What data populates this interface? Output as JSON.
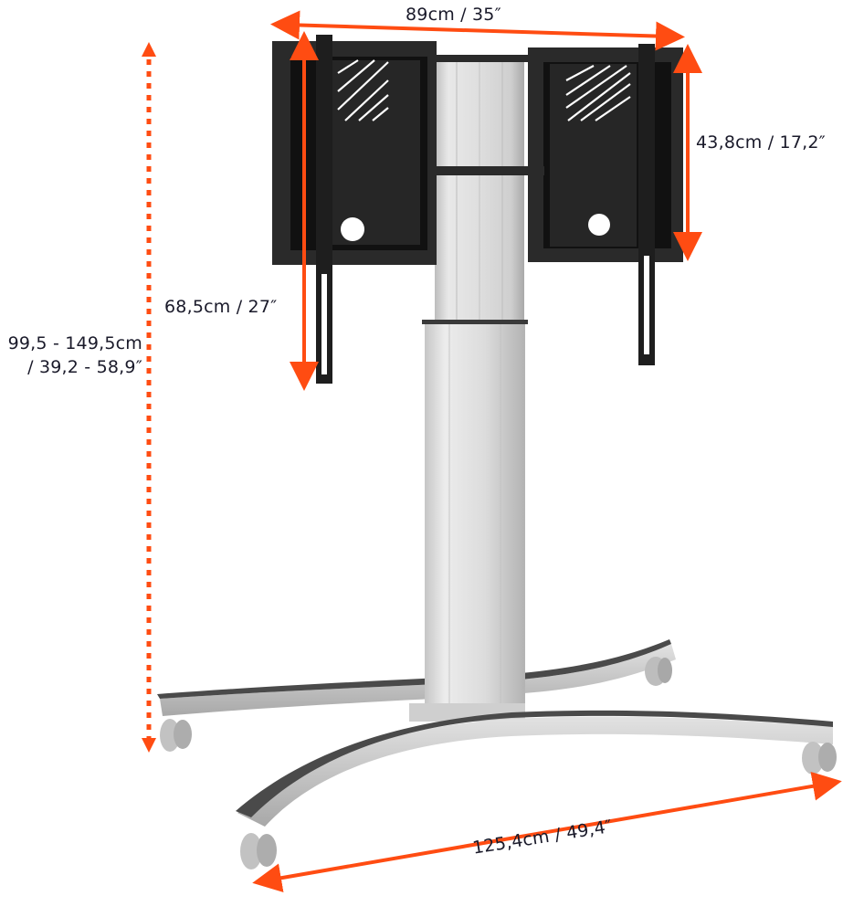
{
  "diagram": {
    "subject": "Motorized mobile display stand with VESA bracket, telescoping column and curved caster base",
    "colors": {
      "accent_arrow": "#ff4c12",
      "frame_black": "#2a2a2a",
      "column_silver": "#d6d6d6",
      "base_silver": "#c8c8c8",
      "base_top": "#4a4a4a",
      "label_text": "#1a1a2a",
      "background": "#ffffff"
    },
    "dimensions": {
      "width": {
        "label": "89cm / 35″",
        "style": "solid-arrow"
      },
      "bracket_height": {
        "label": "43,8cm / 17,2″",
        "style": "solid-arrow"
      },
      "arm_height": {
        "label": "68,5cm / 27″",
        "style": "solid-arrow"
      },
      "total_height": {
        "line1": "99,5 - 149,5cm",
        "line2": "/ 39,2 - 58,9″",
        "style": "dotted-arrow"
      },
      "base_width": {
        "label": "125,4cm / 49,4″",
        "style": "solid-arrow"
      }
    }
  }
}
